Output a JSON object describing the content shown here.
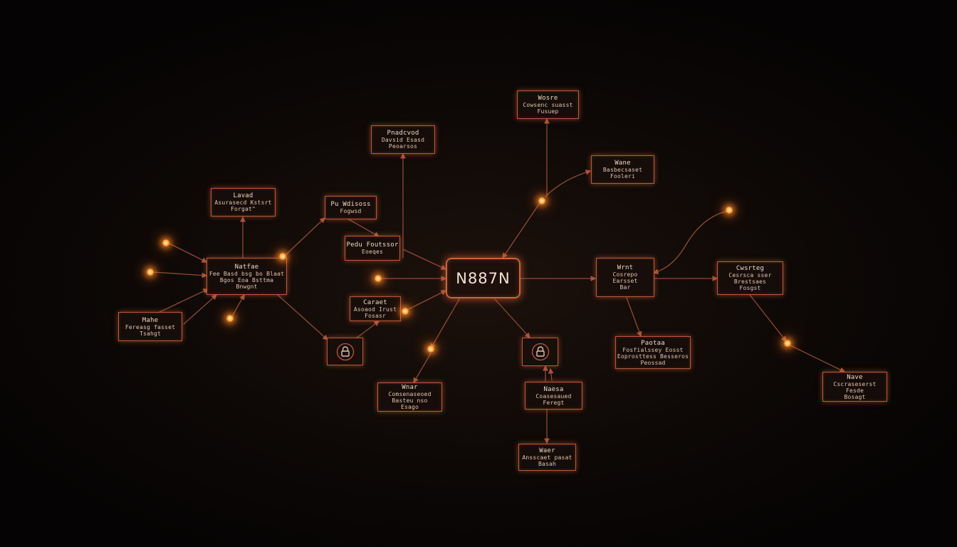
{
  "hub": {
    "label": "N887N"
  },
  "nodes": {
    "n_top_right": [
      "Wosre",
      "Cowsenc suasst",
      "Fusuep"
    ],
    "n_right_upper": [
      "Wane",
      "Basbecsaset",
      "Fooleri"
    ],
    "n_top_mid": [
      "Pnadcvod",
      "Davsid Esasd",
      "Peoarsos"
    ],
    "n_left_top": [
      "Lavad",
      "Asurasecd Kstsrt",
      "Forgat\""
    ],
    "n_mid_top": [
      "Pu Wdisoss",
      "Fogwsd"
    ],
    "n_mid_small": [
      "Pedu Foutssor",
      "Eoeqes"
    ],
    "n_left_main": [
      "Natfae",
      "Fee Basd bsg bo Blaat",
      "Bgos Eoa Bsttma",
      "Bnwgnt"
    ],
    "n_left_low": [
      "Mahe",
      "Fereasg fasset",
      "Tsahgt"
    ],
    "n_mid_low": [
      "Caraet",
      "Asoaod Irust",
      "Fosasr"
    ],
    "n_right_mid": [
      "Wrnt",
      "Cosrepo",
      "Earsset",
      "Bar"
    ],
    "n_far_right": [
      "Cwsrteg",
      "Cesrsca sser",
      "Brestsaes",
      "Fosgst"
    ],
    "n_bottom_left": [
      "Wnar",
      "Comsenaseoed",
      "Basteu nso",
      "Esago"
    ],
    "n_bottom_center": [
      "Naesa",
      "Coasesaued",
      "Feregt"
    ],
    "n_bottom_right": [
      "Paotaa",
      "Fosfialssey Eosst",
      "Eoprosttess Besseros",
      "Peossad"
    ],
    "n_far_right_low": [
      "Nave",
      "Cscraseserst",
      "Fesde",
      "Bosagt"
    ],
    "n_bottom_last": [
      "Waer",
      "Ansscaet pasat",
      "Basah"
    ]
  },
  "locks": {
    "lock_left": "lock-icon",
    "lock_right": "lock-icon"
  },
  "colors": {
    "accent": "#c8643c",
    "glow": "#ff9a3c",
    "background": "#0a0605",
    "text": "#e6c9b4"
  }
}
